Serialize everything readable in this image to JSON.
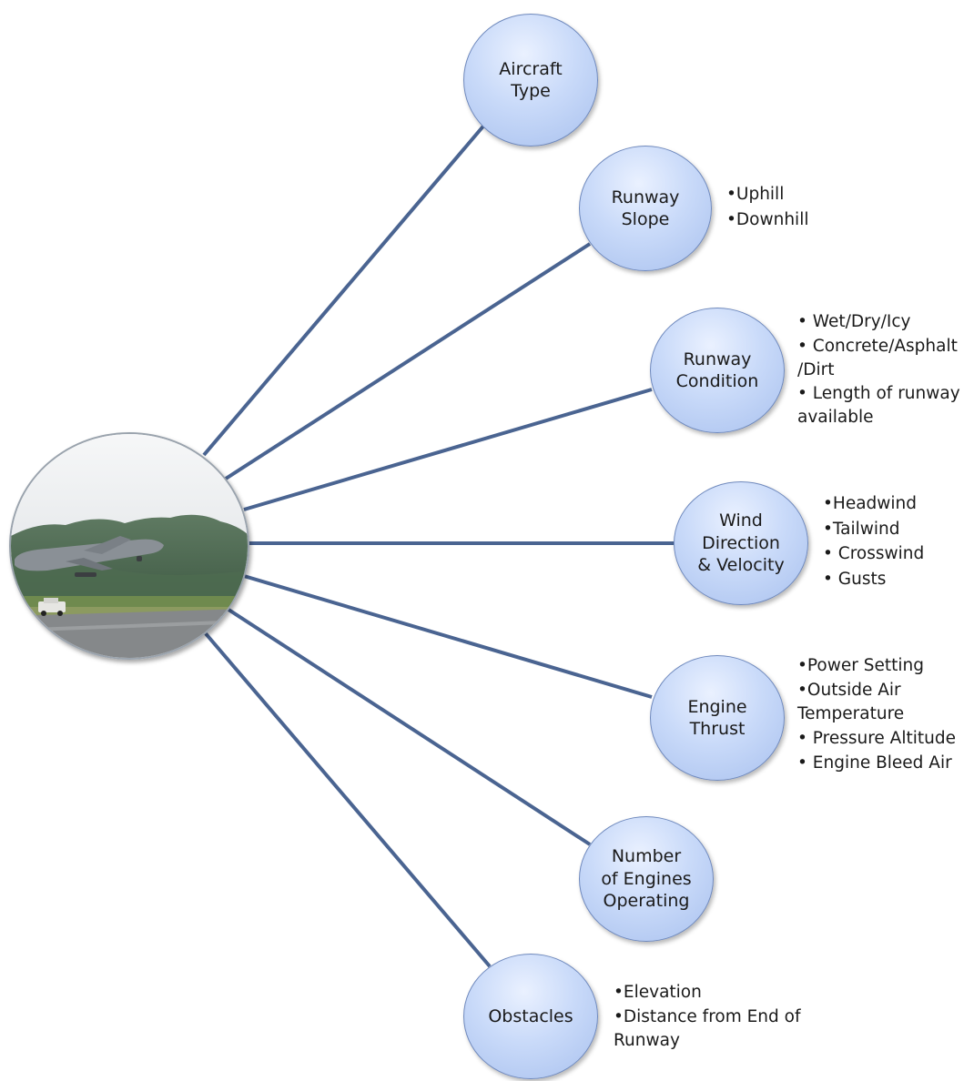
{
  "hub": {
    "image": "aircraft-takeoff-photo"
  },
  "nodes": [
    {
      "id": "aircraft-type",
      "label": "Aircraft\nType",
      "bullets": []
    },
    {
      "id": "runway-slope",
      "label": "Runway\nSlope",
      "bullets": [
        "•Uphill",
        "•Downhill"
      ]
    },
    {
      "id": "runway-condition",
      "label": "Runway\nCondition",
      "bullets": [
        "• Wet/Dry/Icy",
        "• Concrete/Asphalt\n  /Dirt",
        "• Length of runway\n  available"
      ]
    },
    {
      "id": "wind",
      "label": "Wind\nDirection\n& Velocity",
      "bullets": [
        "•Headwind",
        "•Tailwind",
        "• Crosswind",
        "• Gusts"
      ]
    },
    {
      "id": "engine-thrust",
      "label": "Engine\nThrust",
      "bullets": [
        "•Power Setting",
        "•Outside Air\n Temperature",
        "• Pressure Altitude",
        "• Engine Bleed Air"
      ]
    },
    {
      "id": "engines-operating",
      "label": "Number\nof Engines\nOperating",
      "bullets": []
    },
    {
      "id": "obstacles",
      "label": "Obstacles",
      "bullets": [
        "•Elevation",
        "•Distance from End of\n Runway"
      ]
    }
  ],
  "colors": {
    "connector": "#4a6491",
    "node_fill": "#c9daf9",
    "node_border": "#6f89bd"
  }
}
